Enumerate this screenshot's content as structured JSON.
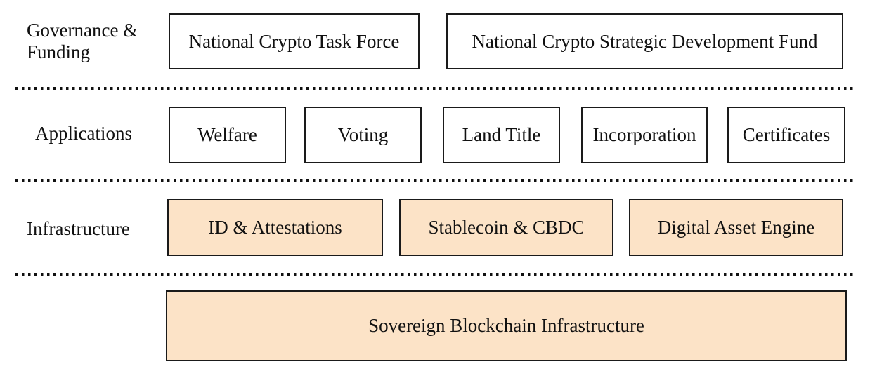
{
  "layers": {
    "governance": {
      "label_line1": "Governance &",
      "label_line2": "Funding",
      "boxes": [
        "National Crypto Task Force",
        "National Crypto Strategic Development Fund"
      ]
    },
    "applications": {
      "label": "Applications",
      "boxes": [
        "Welfare",
        "Voting",
        "Land Title",
        "Incorporation",
        "Certificates"
      ]
    },
    "infrastructure": {
      "label": "Infrastructure",
      "boxes": [
        "ID & Attestations",
        "Stablecoin & CBDC",
        "Digital Asset Engine"
      ]
    },
    "base": {
      "box": "Sovereign Blockchain Infrastructure"
    }
  },
  "colors": {
    "accent_fill": "#fce3c7",
    "box_border": "#1a1a1a",
    "text": "#111111",
    "background": "#ffffff",
    "divider": "#111111"
  }
}
